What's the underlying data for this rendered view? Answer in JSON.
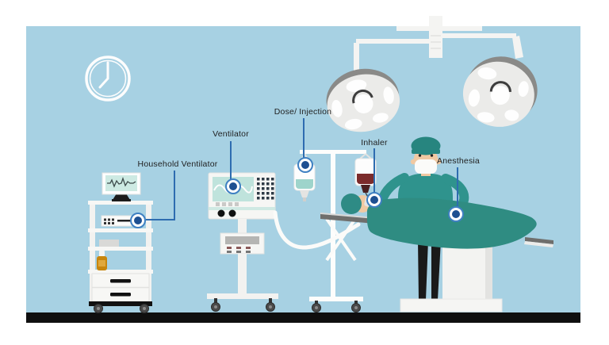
{
  "scene": {
    "background_color": "#ffffff",
    "wall_color": "#a7d1e3",
    "floor_color": "#0f0f0f",
    "accent_color": "#2e6cb0",
    "hotspot_color": "#1d4f91",
    "teal_color": "#2f8e87",
    "screen_mint_color": "#bfe3dc",
    "blood_color": "#7b2b2b"
  },
  "callouts": [
    {
      "id": "household-ventilator",
      "label": "Household Ventilator"
    },
    {
      "id": "ventilator",
      "label": "Ventilator"
    },
    {
      "id": "dose-injection",
      "label": "Dose/ Injection"
    },
    {
      "id": "inhaler",
      "label": "Inhaler"
    },
    {
      "id": "anesthesia",
      "label": "Anesthesia"
    }
  ]
}
